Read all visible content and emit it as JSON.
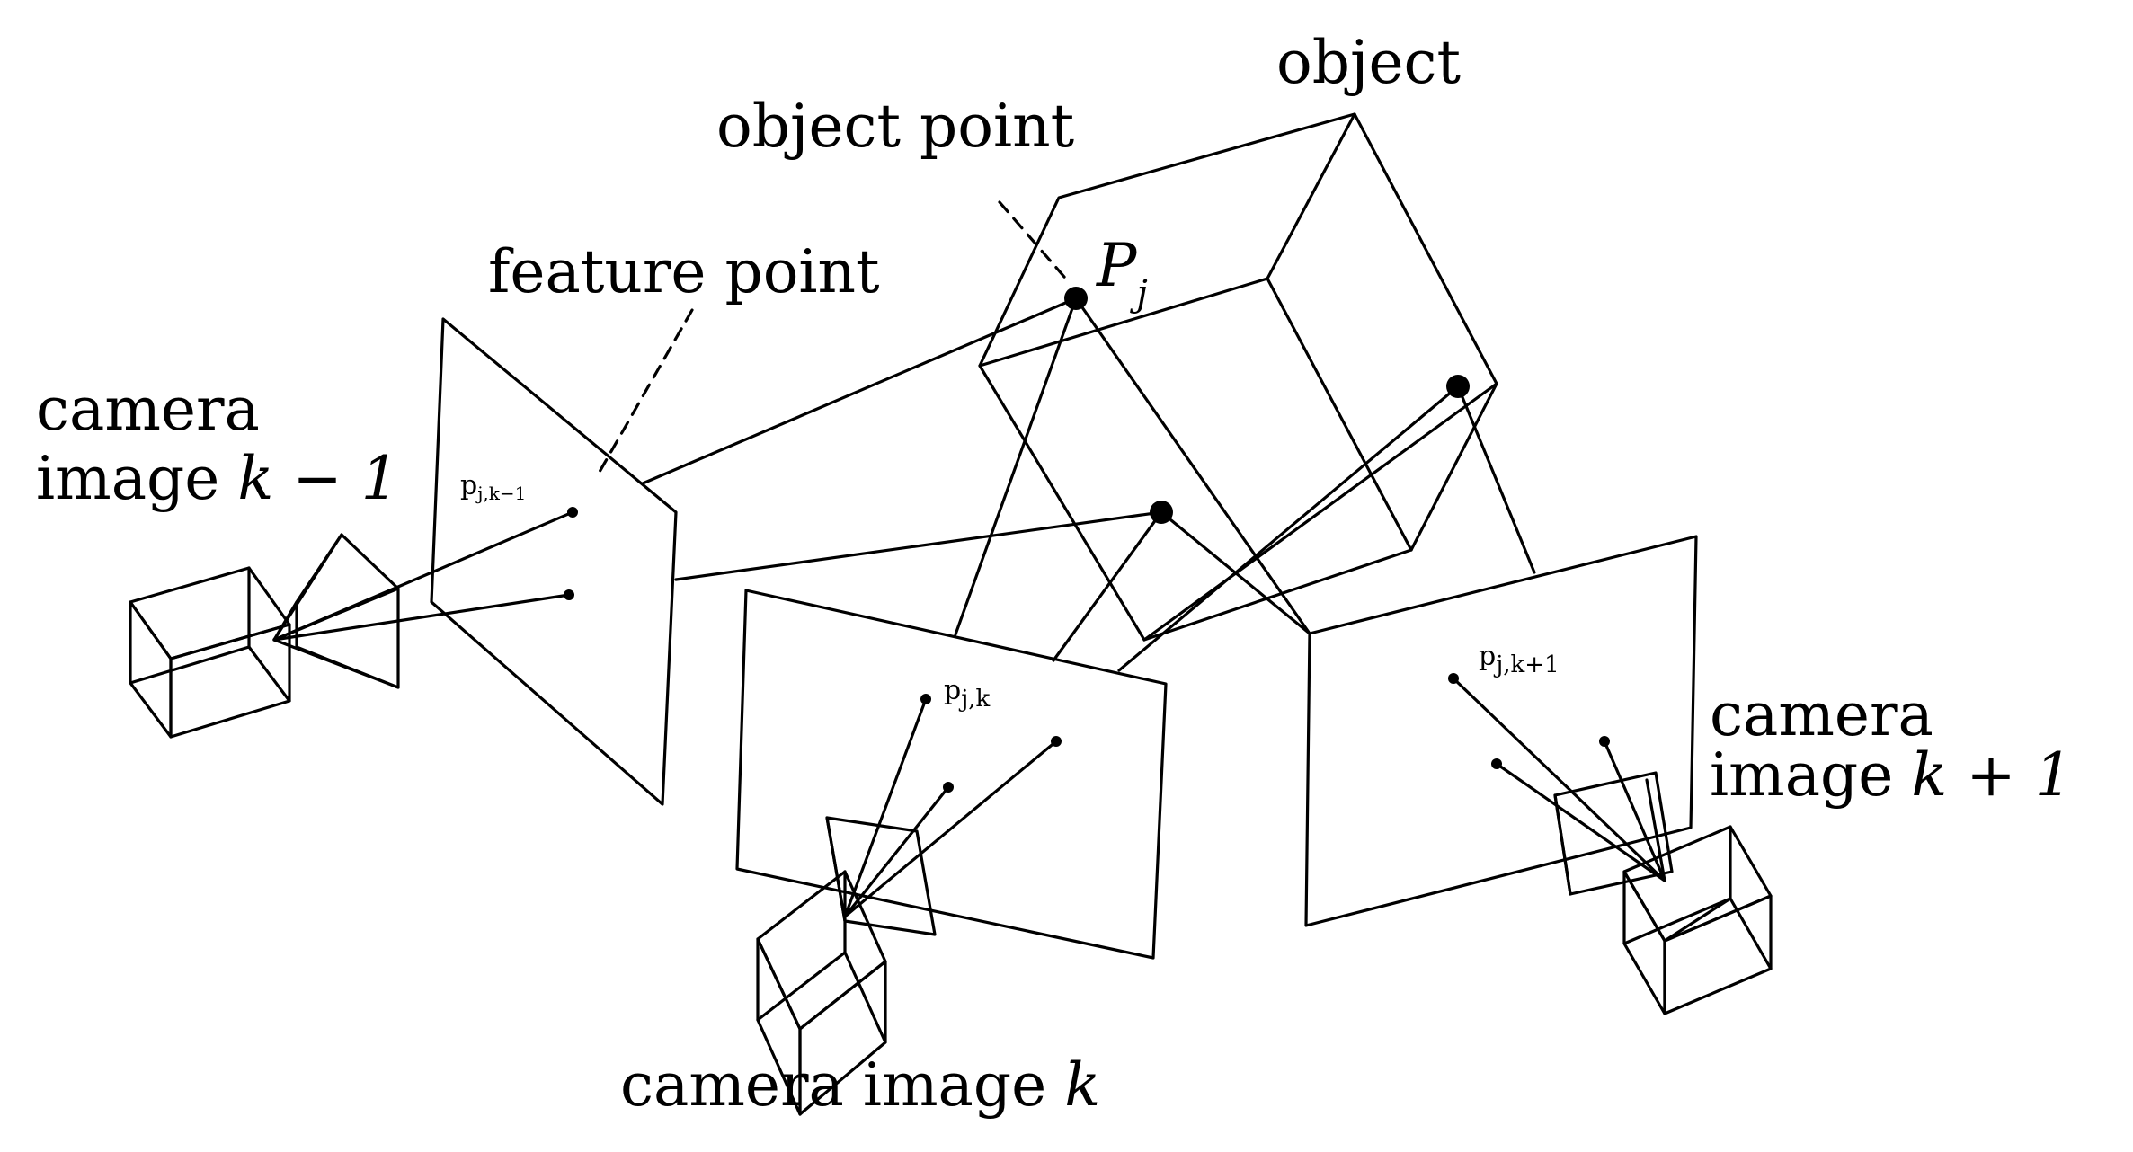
{
  "figure": {
    "labels": {
      "object": "object",
      "object_point": "object point",
      "feature_point": "feature point",
      "camera_image_k_minus_1_line1": "camera",
      "camera_image_k_minus_1_line2": "image",
      "camera_image_k_minus_1_math": "k − 1",
      "camera_image_k_text": "camera image",
      "camera_image_k_math": "k",
      "camera_image_k_plus_1_line1": "camera",
      "camera_image_k_plus_1_line2": "image",
      "camera_image_k_plus_1_math": "k + 1",
      "object_point_symbol": "P",
      "object_point_subscript": "j",
      "feature_k_minus_1": "p",
      "feature_k_minus_1_sub": "j,k−1",
      "feature_k": "p",
      "feature_k_sub": "j,k",
      "feature_k_plus_1": "p",
      "feature_k_plus_1_sub": "j,k+1"
    },
    "colors": {
      "stroke": "#000000",
      "background": "#ffffff"
    }
  }
}
